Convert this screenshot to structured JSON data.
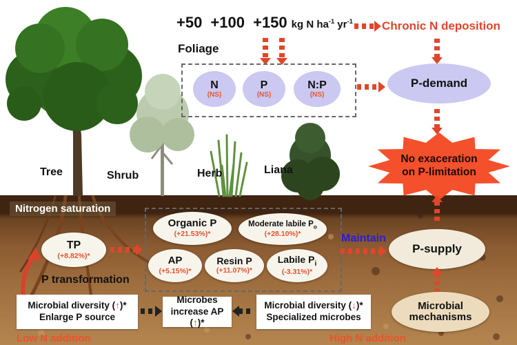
{
  "colors": {
    "accent_red": "#e0462a",
    "lavender": "#cbc8f1",
    "maintain_blue": "#2a1ed0",
    "star_red": "#f4502c",
    "value_orange": "#e2532b"
  },
  "header": {
    "rates": "+50 +100 +150",
    "unit_a": "kg N ha",
    "unit_sup1": "-1",
    "unit_b": " yr",
    "unit_sup2": "-1",
    "chronic": "Chronic N deposition"
  },
  "foliage": {
    "label": "Foliage",
    "items": [
      {
        "name": "N",
        "status": "(NS)"
      },
      {
        "name": "P",
        "status": "(NS)"
      },
      {
        "name": "N:P",
        "status": "(NS)"
      }
    ],
    "p_demand": "P-demand",
    "star_line1": "No exaceration",
    "star_line2": "on P-limitation"
  },
  "plants": {
    "tree": "Tree",
    "shrub": "Shrub",
    "herb": "Herb",
    "liana": "Liana"
  },
  "soil": {
    "nitrogen_saturation": "Nitrogen saturation",
    "tp": {
      "label": "TP",
      "value": "(+8.82%)*"
    },
    "organic_p": {
      "label": "Organic P",
      "value": "(+21.53%)*"
    },
    "moderate_labile": {
      "label": "Moderate labile P",
      "sub": "o",
      "value": "(+28.10%)*"
    },
    "ap": {
      "label": "AP",
      "value": "(+5.15%)*"
    },
    "resin_p": {
      "label": "Resin P",
      "value": "(+11.07%)*"
    },
    "labile_pi": {
      "label": "Labile P",
      "sub": "i",
      "value": "(-3.31%)*"
    },
    "maintain": "Maintain",
    "p_supply": "P-supply",
    "p_transformation": "P transformation"
  },
  "microbial": {
    "left": {
      "l1a": "Microbial diversity (",
      "arrow": "↑",
      "l1b": ")*",
      "l2": "Enlarge P source"
    },
    "middle": {
      "l1": "Microbes",
      "l2a": "increase AP (",
      "arrow": "↑",
      "l2b": ")*"
    },
    "right": {
      "l1a": "Microbial diversity (",
      "arrow": "↓",
      "l1b": ")*",
      "l2": "Specialized microbes"
    },
    "mechanisms_line1": "Microbial",
    "mechanisms_line2": "mechanisms",
    "low_n": "Low N addition",
    "high_n": "High N addition"
  }
}
